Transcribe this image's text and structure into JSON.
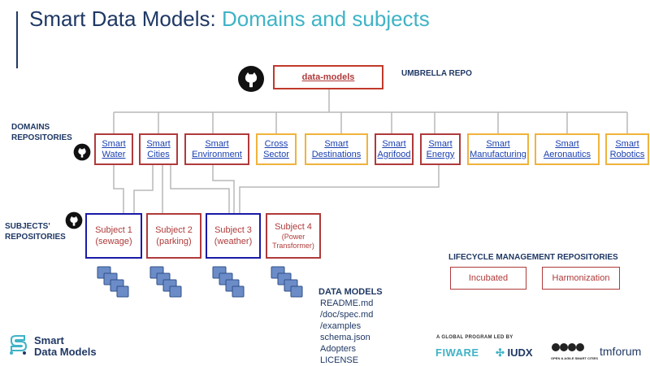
{
  "title": {
    "part1": "Smart Data Models: ",
    "part2": "Domains and subjects"
  },
  "umbrella": {
    "box": "data-models",
    "label": "UMBRELLA REPO"
  },
  "labels": {
    "domains": [
      "DOMAINS",
      "REPOSITORIES"
    ],
    "subjects": [
      "SUBJECTS'",
      "REPOSITORIES"
    ],
    "lifecycle": "LIFECYCLE MANAGEMENT REPOSITORIES"
  },
  "domains": [
    {
      "l1": "Smart",
      "l2": "Water"
    },
    {
      "l1": "Smart",
      "l2": "Cities"
    },
    {
      "l1": "Smart",
      "l2": "Environment"
    },
    {
      "l1": "Cross",
      "l2": "Sector"
    },
    {
      "l1": "Smart",
      "l2": "Destinations"
    },
    {
      "l1": "Smart",
      "l2": "Agrifood"
    },
    {
      "l1": "Smart",
      "l2": "Energy"
    },
    {
      "l1": "Smart",
      "l2": "Manufacturing"
    },
    {
      "l1": "Smart",
      "l2": "Aeronautics"
    },
    {
      "l1": "Smart",
      "l2": "Robotics"
    }
  ],
  "subjects": [
    {
      "l1": "Subject 1",
      "l2": "(sewage)"
    },
    {
      "l1": "Subject 2",
      "l2": "(parking)"
    },
    {
      "l1": "Subject 3",
      "l2": "(weather)"
    },
    {
      "l1": "Subject 4",
      "l2": "(Power",
      "l3": "Transformer)"
    }
  ],
  "lifecycle": [
    "Incubated",
    "Harmonization"
  ],
  "data_models": {
    "title": "DATA MODELS",
    "items": [
      "README.md",
      "/doc/spec.md",
      "/examples",
      "schema.json",
      "Adopters",
      "LICENSE"
    ]
  },
  "footer": {
    "logo_l1": "Smart",
    "logo_l2": "Data Models",
    "program": "A GLOBAL PROGRAM LED BY",
    "partners": [
      "FIWARE",
      "IUDX",
      "OPEN & AGILE SMART CITIES",
      "tmforum"
    ]
  },
  "colors": {
    "navy": "#1f3864",
    "teal": "#3fb3c6",
    "red": "#b03a3a",
    "orange": "#f0b33c",
    "blue": "#1a1aa8"
  }
}
